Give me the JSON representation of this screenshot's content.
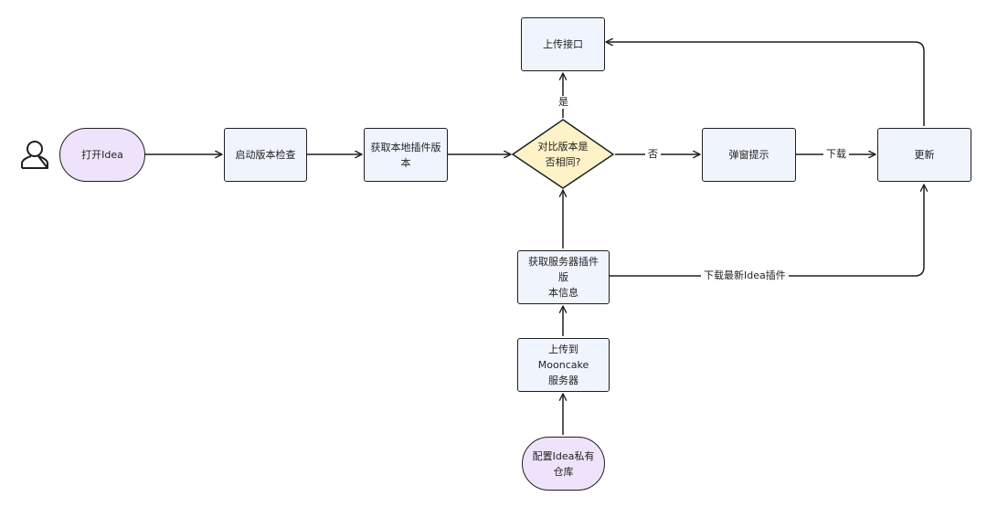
{
  "nodes": {
    "open_idea": "打开Idea",
    "version_check": "启动版本检查",
    "get_local_version": "获取本地插件版\n本",
    "compare": "对比版本是\n否相同?",
    "upload_interface": "上传接口",
    "popup_tip": "弹窗提示",
    "update": "更新",
    "get_server_version": "获取服务器插件版\n本信息",
    "upload_mooncake": "上传到Mooncake\n服务器",
    "config_repo": "配置Idea私有\n仓库"
  },
  "edges": {
    "yes": "是",
    "no": "否",
    "download": "下载",
    "download_latest": "下载最新Idea插件"
  },
  "colors": {
    "process_fill": "#f0f4fd",
    "terminal_fill": "#efe3fb",
    "decision_fill": "#fdf2c8",
    "stroke": "#1f1f1f"
  },
  "icons": {
    "actor": "person-outline-icon"
  }
}
